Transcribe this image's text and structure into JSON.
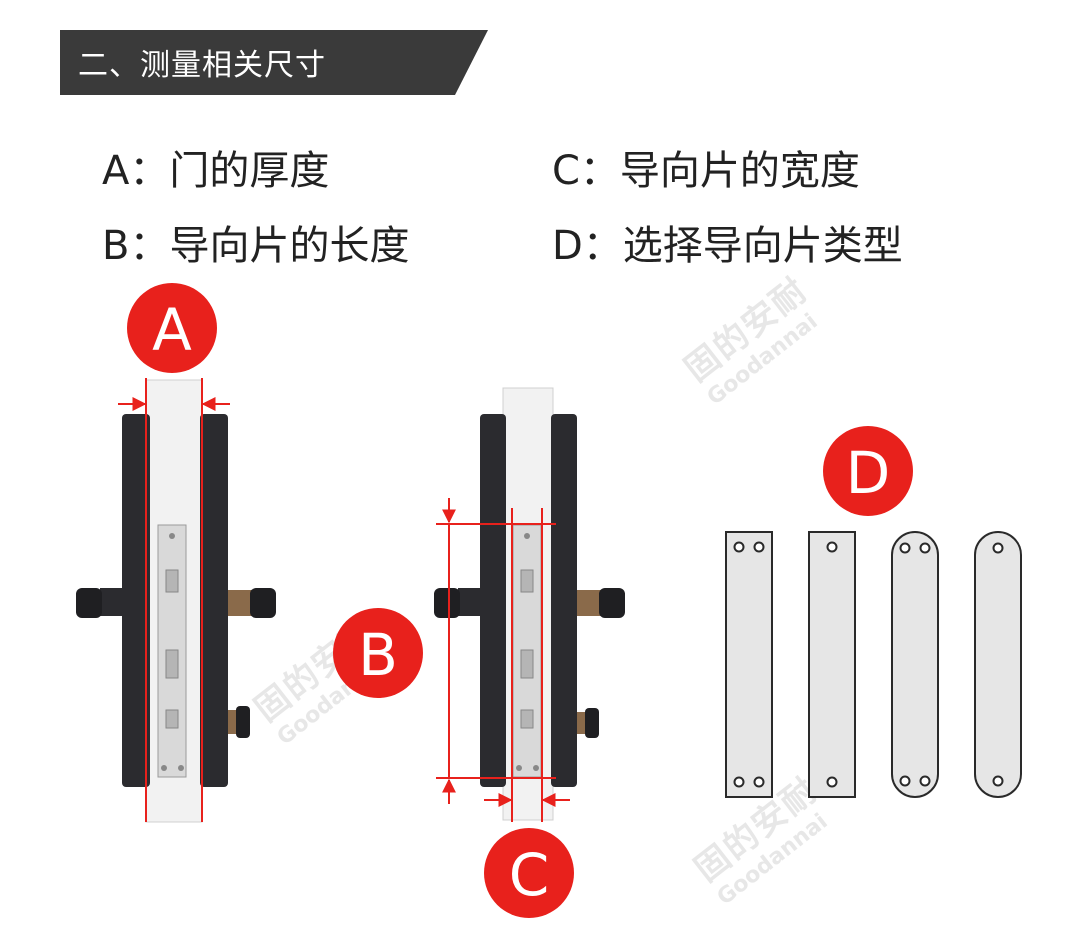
{
  "header": {
    "title": "二、测量相关尺寸"
  },
  "legend": [
    {
      "key": "A",
      "text": "A：门的厚度"
    },
    {
      "key": "C",
      "text": "C：导向片的宽度"
    },
    {
      "key": "B",
      "text": "B：导向片的长度"
    },
    {
      "key": "D",
      "text": "D：选择导向片类型"
    }
  ],
  "markers": {
    "a": "A",
    "b": "B",
    "c": "C",
    "d": "D"
  },
  "watermark": {
    "cn": "固的安耐",
    "en": "Goodannai"
  },
  "colors": {
    "accent": "#e8211c",
    "banner": "#3a3a3a",
    "plate_fill": "#e6e6e6",
    "lock_body": "#2b2b2f"
  },
  "icons": [
    "door-lock-side-view",
    "door-lock-side-view",
    "guide-plate-square-4-hole",
    "guide-plate-square-2-hole",
    "guide-plate-rounded-4-hole",
    "guide-plate-rounded-2-hole"
  ]
}
